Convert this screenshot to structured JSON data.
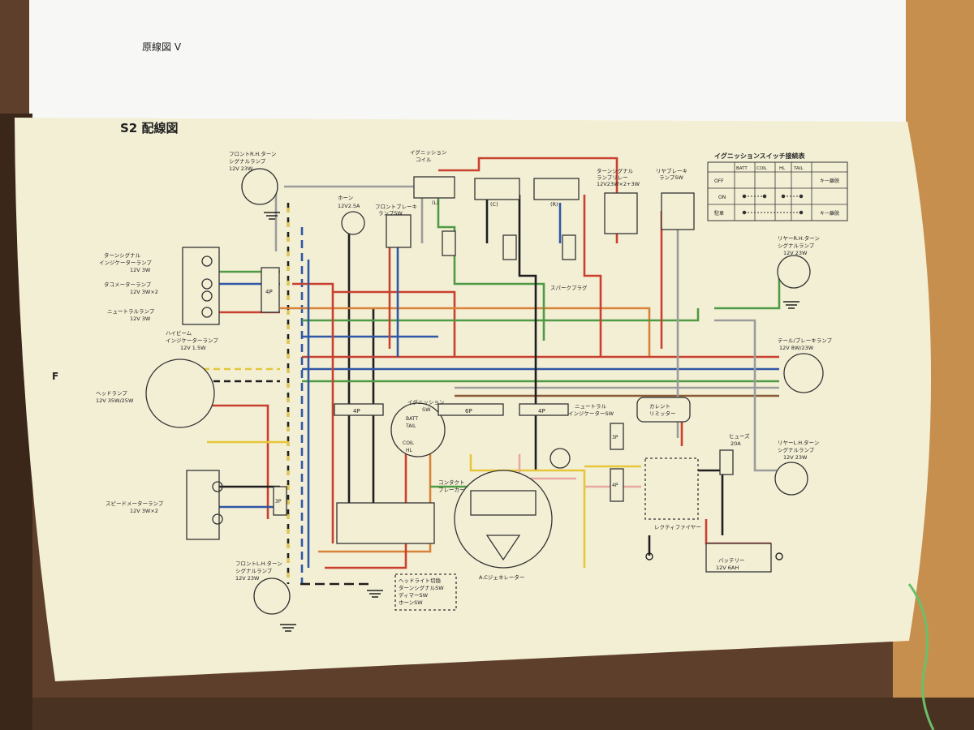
{
  "diagram": {
    "title": "S2 配線図",
    "side_letter": "F",
    "top_page_text": "原線図 V",
    "colors": {
      "red": "#c9402f",
      "blue": "#2f57a6",
      "yellow": "#e6c63a",
      "green": "#4f9a45",
      "black": "#1e1e1e",
      "gray": "#9c9c9c",
      "brown": "#8a5a36",
      "pink": "#e9a8a0",
      "orange": "#d9823a",
      "paper": "#f3efd5"
    },
    "components": {
      "front_right_turn": [
        "フロントR.H.ターン",
        "シグナルランプ",
        "12V 23W"
      ],
      "horn": [
        "ホーン",
        "12V2.5A"
      ],
      "front_brake_sw": [
        "フロントブレーキ",
        "ランプSW"
      ],
      "ignition_coil": [
        "イグニッション",
        "コイル"
      ],
      "coil_labels": [
        "(L)",
        "(C)",
        "(R)"
      ],
      "turn_relay": [
        "ターンシグナル",
        "ランプリレー",
        "12V23W×2+3W"
      ],
      "rear_brake_sw": [
        "リヤブレーキ",
        "ランプSW"
      ],
      "turn_indicator": [
        "ターンシグナル",
        "インジケーターランプ",
        "12V 3W"
      ],
      "tacho_lamp": [
        "タコメーターランプ",
        "12V 3W×2"
      ],
      "neutral_lamp": [
        "ニュートラルランプ",
        "12V 3W"
      ],
      "high_beam": [
        "ハイビーム",
        "インジケーターランプ",
        "12V 1.5W"
      ],
      "head_lamp": [
        "ヘッドランプ",
        "12V 35W/25W"
      ],
      "speedo_lamp": [
        "スピードメーターランプ",
        "12V 3W×2"
      ],
      "front_left_turn": [
        "フロントL.H.ターン",
        "シグナルランプ",
        "12V 23W"
      ],
      "spark_plug": [
        "スパークプラグ"
      ],
      "ignition_sw": [
        "イグニッション",
        "SW"
      ],
      "ignition_terms": [
        "BATT",
        "TAIL",
        "COIL",
        "HL"
      ],
      "neutral_sw": [
        "ニュートラル",
        "インジケーターSW"
      ],
      "current_limiter": [
        "カレント",
        "リミッター"
      ],
      "fuse": [
        "ヒューズ",
        "20A"
      ],
      "rear_right_turn": [
        "リヤーR.H.ターン",
        "シグナルランプ",
        "12V 23W"
      ],
      "tail_lamp": [
        "テール/ブレーキランプ",
        "12V 8W/23W"
      ],
      "rear_left_turn": [
        "リヤーL.H.ターン",
        "シグナルランプ",
        "12V 23W"
      ],
      "contact_breaker": [
        "コンタクト",
        "ブレーカー"
      ],
      "ac_generator": [
        "A.Cジェネレーター"
      ],
      "rectifier": [
        "レクティファイヤー"
      ],
      "battery": [
        "バッテリー",
        "12V 6AH"
      ],
      "handle_sw": [
        "ヘッドライト切換",
        "ターンシグナルSW",
        "ディマーSW",
        "ホーンSW"
      ]
    },
    "connectors": [
      "4P",
      "4P",
      "6P",
      "4P",
      "3P",
      "4P",
      "3P"
    ],
    "ignition_table": {
      "title": "イグニッションスイッチ接続表",
      "columns": [
        "BATT",
        "COIL",
        "HL",
        "TAIL"
      ],
      "rows": [
        {
          "label": "OFF",
          "note": "キー離脱"
        },
        {
          "label": "ON",
          "note": ""
        },
        {
          "label": "駐車",
          "note": "キー離脱"
        }
      ]
    }
  }
}
